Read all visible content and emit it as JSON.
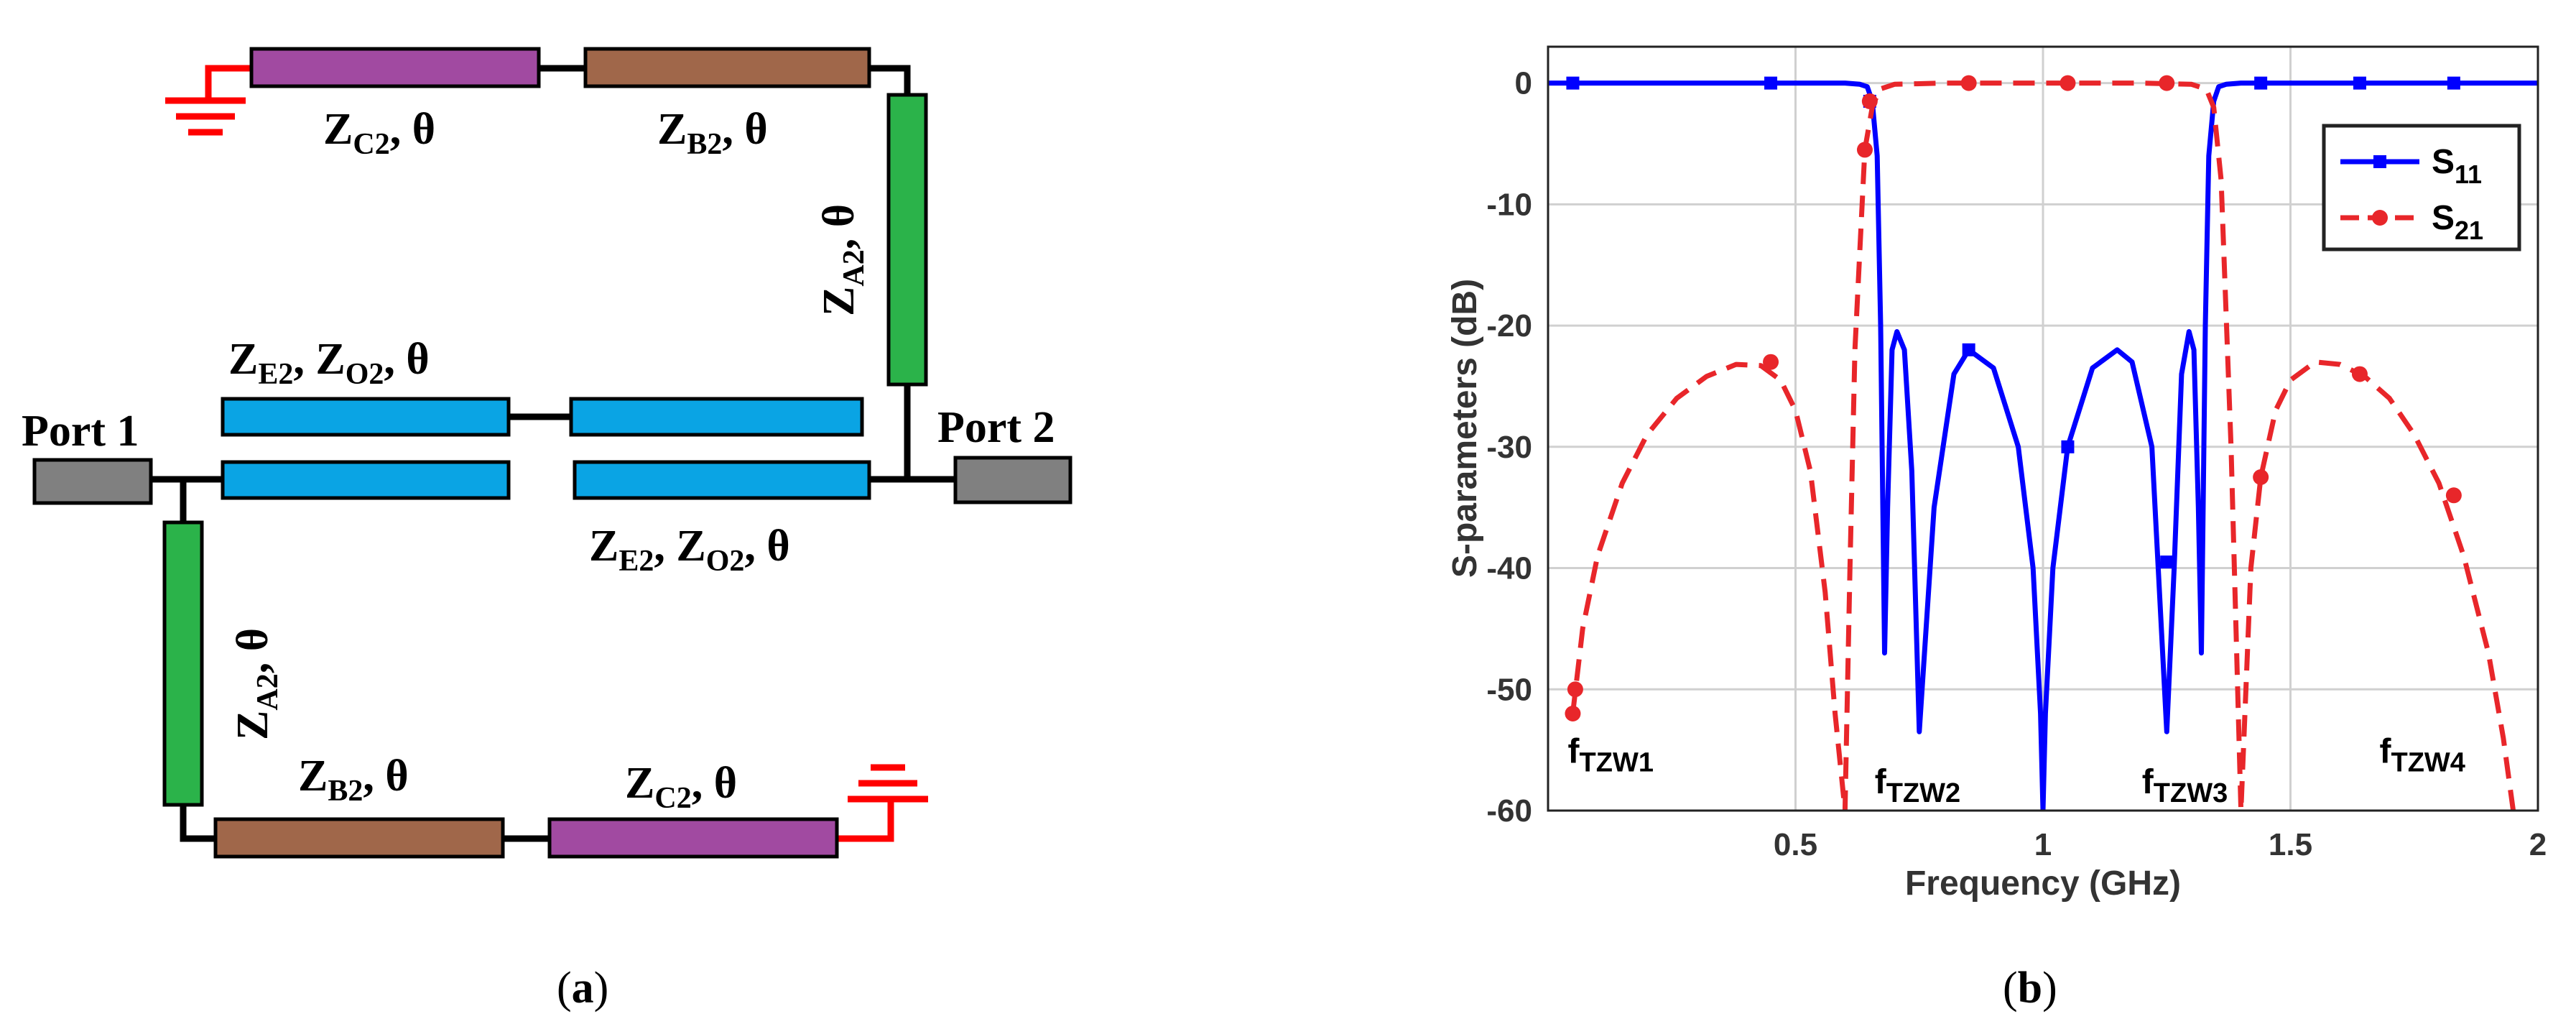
{
  "diagram": {
    "port1": "Port 1",
    "port2": "Port 2",
    "labels": {
      "top_left": {
        "z": "Z",
        "sub": "C2",
        "rest": ", θ"
      },
      "top_right": {
        "z": "Z",
        "sub": "B2",
        "rest": ", θ"
      },
      "right_vert": {
        "z": "Z",
        "sub": "A2",
        "rest": ", θ"
      },
      "coupled_top": {
        "z1": "Z",
        "sub1": "E2",
        "mid": ", Z",
        "sub2": "O2",
        "rest": ", θ"
      },
      "coupled_bottom": {
        "z1": "Z",
        "sub1": "E2",
        "mid": ", Z",
        "sub2": "O2",
        "rest": ", θ"
      },
      "left_vert": {
        "z": "Z",
        "sub": "A2",
        "rest": ", θ"
      },
      "bottom_left": {
        "z": "Z",
        "sub": "B2",
        "rest": ", θ"
      },
      "bottom_right": {
        "z": "Z",
        "sub": "C2",
        "rest": ", θ"
      }
    },
    "colors": {
      "stub_c": "#a14aa1",
      "stub_b": "#a0674a",
      "stub_a": "#2bb34a",
      "coupled": "#0aa4e4",
      "port": "#808080",
      "ground": "#ff0000"
    }
  },
  "captions": {
    "a": {
      "open": "(",
      "letter": "a",
      "close": ")"
    },
    "b": {
      "open": "(",
      "letter": "b",
      "close": ")"
    }
  },
  "chart_data": {
    "type": "line",
    "xlabel": "Frequency (GHz)",
    "ylabel": "S-parameters (dB)",
    "xlim": [
      0,
      2
    ],
    "ylim": [
      -60,
      3
    ],
    "xticks": [
      0.5,
      1,
      1.5,
      2
    ],
    "xtick_labels": [
      "0.5",
      "1",
      "1.5",
      "2"
    ],
    "yticks": [
      0,
      -10,
      -20,
      -30,
      -40,
      -50,
      -60
    ],
    "ytick_labels": [
      "0",
      "-10",
      "-20",
      "-30",
      "-40",
      "-50",
      "-60"
    ],
    "grid": true,
    "legend": "top-right",
    "series": [
      {
        "name": "S",
        "name_sub": "11",
        "color": "#0000ff",
        "dash": "solid",
        "marker": "square",
        "x": [
          0.0,
          0.2,
          0.45,
          0.6,
          0.63,
          0.645,
          0.655,
          0.665,
          0.672,
          0.68,
          0.686,
          0.695,
          0.705,
          0.72,
          0.735,
          0.75,
          0.78,
          0.82,
          0.85,
          0.9,
          0.95,
          0.98,
          0.995,
          1.0,
          1.005,
          1.02,
          1.05,
          1.1,
          1.15,
          1.18,
          1.22,
          1.25,
          1.265,
          1.28,
          1.295,
          1.305,
          1.314,
          1.32,
          1.328,
          1.335,
          1.345,
          1.355,
          1.37,
          1.4,
          1.44,
          1.6,
          1.8,
          2.0
        ],
        "y": [
          0,
          0,
          0,
          0,
          -0.1,
          -0.3,
          -1.5,
          -6,
          -20,
          -47,
          -35,
          -22,
          -20.5,
          -22,
          -32,
          -53.5,
          -35,
          -24,
          -22,
          -23.5,
          -30,
          -40,
          -52,
          -60,
          -52,
          -40,
          -30,
          -23.5,
          -22,
          -23,
          -30,
          -53.5,
          -40,
          -24,
          -20.5,
          -22,
          -35,
          -47,
          -20,
          -6,
          -1.5,
          -0.3,
          -0.1,
          0,
          0,
          0,
          0,
          0
        ],
        "marker_x": [
          0.05,
          0.45,
          0.65,
          0.85,
          1.05,
          1.25,
          1.44,
          1.64,
          1.83
        ],
        "marker_y": [
          0,
          0,
          -1.5,
          -22,
          -30,
          -39.5,
          0,
          0,
          0
        ]
      },
      {
        "name": "S",
        "name_sub": "21",
        "color": "#e8262a",
        "dash": "dashed",
        "marker": "circle",
        "x": [
          0.05,
          0.07,
          0.1,
          0.15,
          0.2,
          0.26,
          0.32,
          0.38,
          0.43,
          0.47,
          0.5,
          0.53,
          0.56,
          0.58,
          0.6,
          0.61,
          0.62,
          0.64,
          0.655,
          0.67,
          0.7,
          0.8,
          1.0,
          1.2,
          1.3,
          1.33,
          1.345,
          1.36,
          1.38,
          1.39,
          1.4,
          1.42,
          1.44,
          1.47,
          1.5,
          1.55,
          1.6,
          1.65,
          1.7,
          1.75,
          1.8,
          1.85,
          1.9,
          1.93,
          1.95
        ],
        "y": [
          -52,
          -45,
          -39,
          -33,
          -29,
          -26,
          -24.2,
          -23.2,
          -23.3,
          -24.5,
          -27,
          -32,
          -42,
          -52,
          -60,
          -40,
          -22,
          -5.5,
          -2,
          -0.5,
          -0.1,
          0,
          0,
          0,
          -0.1,
          -0.5,
          -2,
          -8,
          -30,
          -45,
          -60,
          -40,
          -32.5,
          -27,
          -24.5,
          -23,
          -23.2,
          -24.2,
          -26,
          -29,
          -33,
          -39,
          -47,
          -54,
          -60
        ],
        "marker_x": [
          0.05,
          0.055,
          0.45,
          0.64,
          0.65,
          0.85,
          1.05,
          1.25,
          1.44,
          1.64,
          1.83
        ],
        "marker_y": [
          -52,
          -50,
          -23,
          -5.5,
          -1.5,
          0,
          0,
          0,
          -32.5,
          -24,
          -34
        ]
      }
    ],
    "annotations": [
      {
        "f": "f",
        "sub": "TZW1",
        "x": 0.04,
        "y": -55
      },
      {
        "f": "f",
        "sub": "TZW2",
        "x": 0.66,
        "y": -57.5
      },
      {
        "f": "f",
        "sub": "TZW3",
        "x": 1.2,
        "y": -57.5
      },
      {
        "f": "f",
        "sub": "TZW4",
        "x": 1.68,
        "y": -55
      }
    ]
  }
}
